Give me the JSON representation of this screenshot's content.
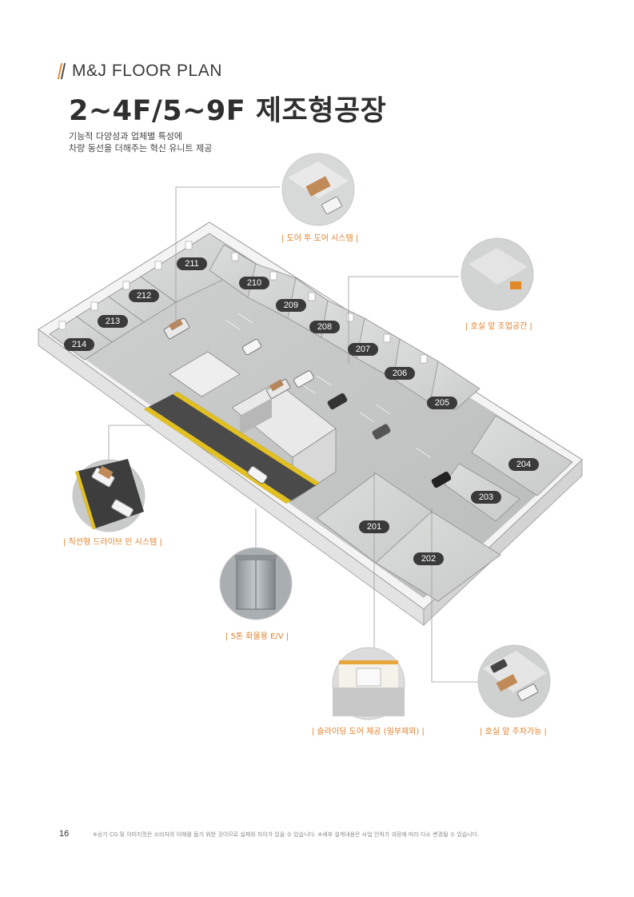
{
  "header": {
    "brand": "M&J FLOOR PLAN",
    "title": "2~4F/5~9F 제조형공장",
    "subtitle_lines": [
      "기능적 다양성과 업체별 특성에",
      "차량 동선을 더해주는 혁신 유니트 제공"
    ]
  },
  "colors": {
    "accent": "#e0802a",
    "badge": "#3a3a3a",
    "floor": "#c7c9c8",
    "wall": "#f2f2f2"
  },
  "units": [
    "201",
    "202",
    "203",
    "204",
    "205",
    "206",
    "207",
    "208",
    "209",
    "210",
    "211",
    "212",
    "213",
    "214"
  ],
  "features": {
    "door_to_door": "| 도어 투 도어 시스템 |",
    "front_work": "| 호실 앞 조업공간 |",
    "drive_in": "| 직선형 드라이브 인 시스템 |",
    "elevator": "| 5톤 화물용 E/V |",
    "sliding_door": "| 슬라이딩 도어 제공 (일부제외) |",
    "front_parking": "| 호실 앞 주차가능 |"
  },
  "footer": {
    "page_number": "16",
    "note": "※상기 CG 및 이미지컷은 소비자의 이해를 돕기 위한 것이므로 실제와 차이가 있을 수 있습니다.  ※세부 설계내용은 사업 인허가 과정에 따라 다소 변경될 수 있습니다."
  }
}
